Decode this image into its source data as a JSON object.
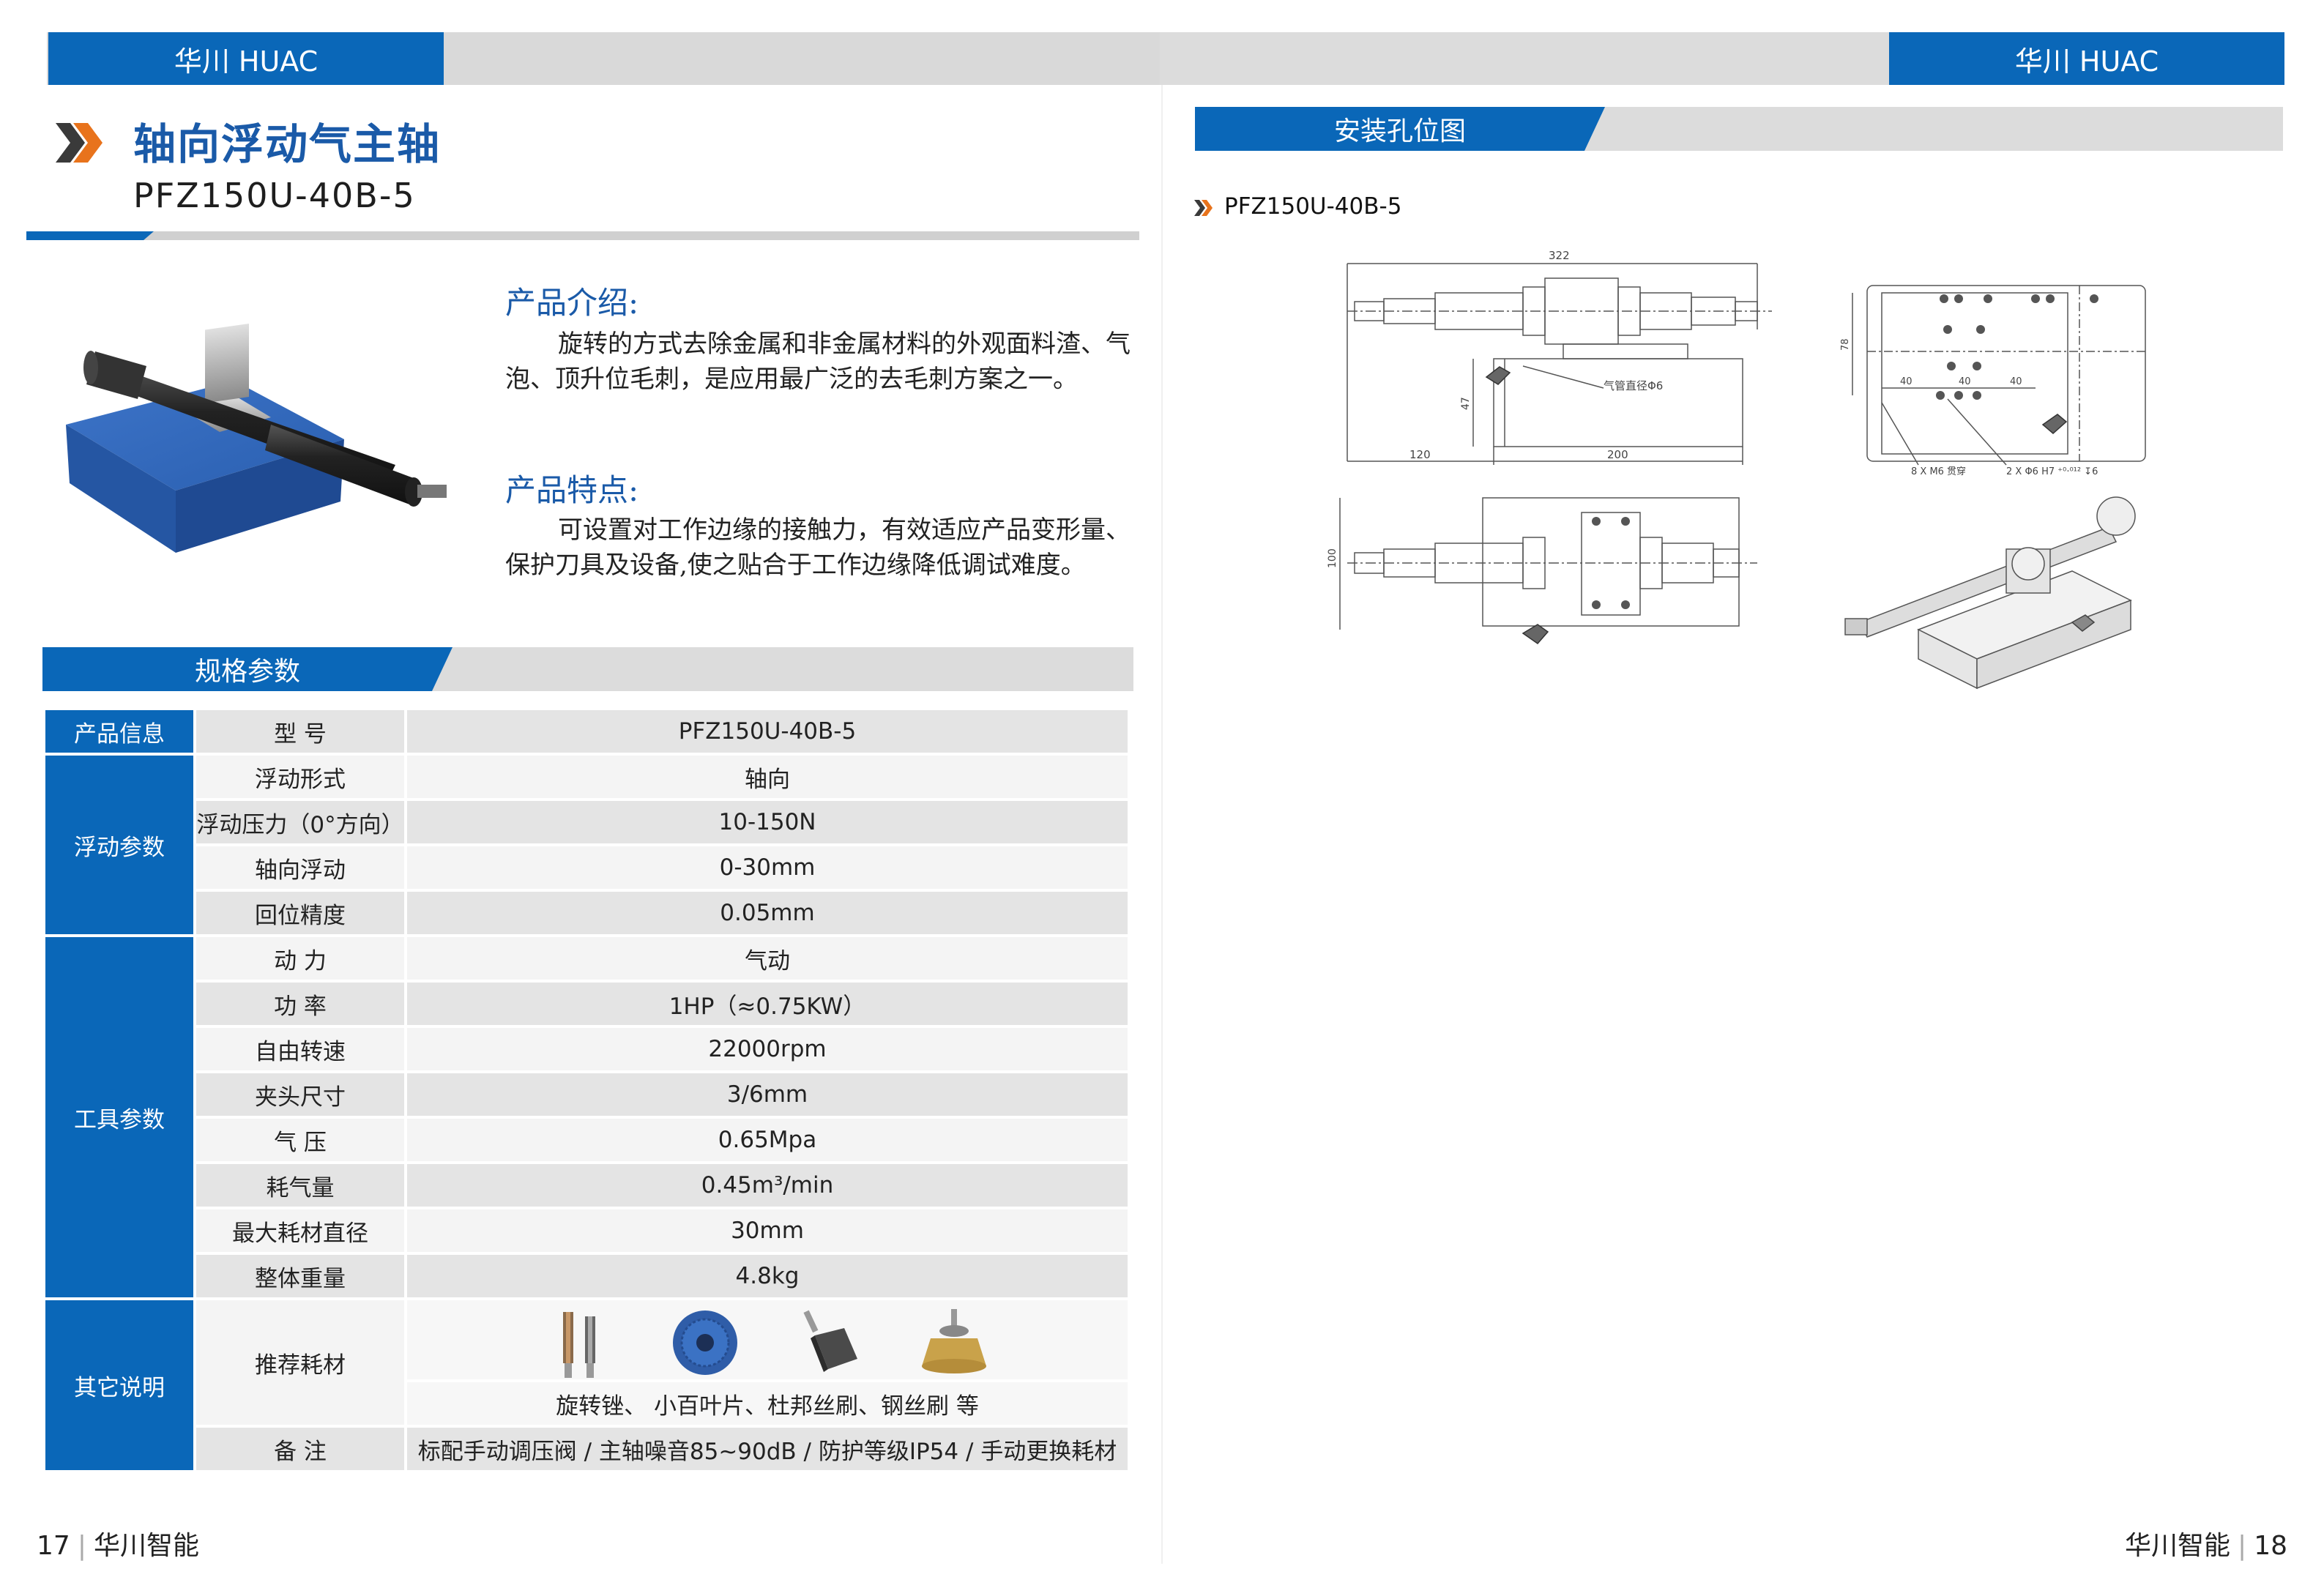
{
  "header": {
    "brand_left": "华川 HUAC",
    "brand_right": "华川 HUAC"
  },
  "product": {
    "title": "轴向浮动气主轴",
    "model": "PFZ150U-40B-5"
  },
  "intro": {
    "heading": "产品介绍:",
    "text": "旋转的方式去除金属和非金属材料的外观面料渣、气泡、顶升位毛刺，是应用最广泛的去毛刺方案之一。"
  },
  "features": {
    "heading": "产品特点:",
    "text": "可设置对工作边缘的接触力，有效适应产品变形量、保护刀具及设备,使之贴合于工作边缘降低调试难度。"
  },
  "spec_section": {
    "title": "规格参数"
  },
  "spec": {
    "cat_product": "产品信息",
    "cat_float": "浮动参数",
    "cat_tool": "工具参数",
    "cat_other": "其它说明",
    "rows": [
      {
        "label": "型  号",
        "value": "PFZ150U-40B-5"
      },
      {
        "label": "浮动形式",
        "value": "轴向"
      },
      {
        "label": "浮动压力（0°方向）",
        "value": "10-150N"
      },
      {
        "label": "轴向浮动",
        "value": "0-30mm"
      },
      {
        "label": "回位精度",
        "value": "0.05mm"
      },
      {
        "label": "动  力",
        "value": "气动"
      },
      {
        "label": "功  率",
        "value": "1HP（≈0.75KW）"
      },
      {
        "label": "自由转速",
        "value": "22000rpm"
      },
      {
        "label": "夹头尺寸",
        "value": "3/6mm"
      },
      {
        "label": "气  压",
        "value": "0.65Mpa"
      },
      {
        "label": "耗气量",
        "value": "0.45m³/min"
      },
      {
        "label": "最大耗材直径",
        "value": "30mm"
      },
      {
        "label": "整体重量",
        "value": "4.8kg"
      },
      {
        "label": "推荐耗材",
        "value": "旋转锉、 小百叶片、杜邦丝刷、钢丝刷 等"
      },
      {
        "label": "备  注",
        "value": "标配手动调压阀 / 主轴噪音85~90dB / 防护等级IP54 / 手动更换耗材"
      }
    ]
  },
  "consumable_icons": [
    "rotary-burr-icon",
    "flap-disc-icon",
    "nylon-brush-icon",
    "wire-cup-brush-icon"
  ],
  "drawing_section": {
    "title": "安装孔位图",
    "model": "PFZ150U-40B-5",
    "dims": {
      "total_length": "322",
      "left_length": "120",
      "base_length": "200",
      "height": "47",
      "air_pipe": "气管直径Φ6",
      "width": "100",
      "plate_height": "78",
      "hole_spacing_a": "40",
      "hole_spacing_b": "40",
      "hole_spacing_c": "40",
      "through_holes": "8 X M6 贯穿",
      "pin_holes": "2 X Φ6 H7 ⁺⁰·⁰¹² ↧6"
    }
  },
  "footer": {
    "left_page": "17",
    "left_brand": "华川智能",
    "right_brand": "华川智能",
    "right_page": "18"
  },
  "colors": {
    "brand_blue": "#0a67b8",
    "title_blue": "#1a5aa8",
    "band_gray": "#d9d9d9",
    "chevron_orange": "#e8731c"
  }
}
